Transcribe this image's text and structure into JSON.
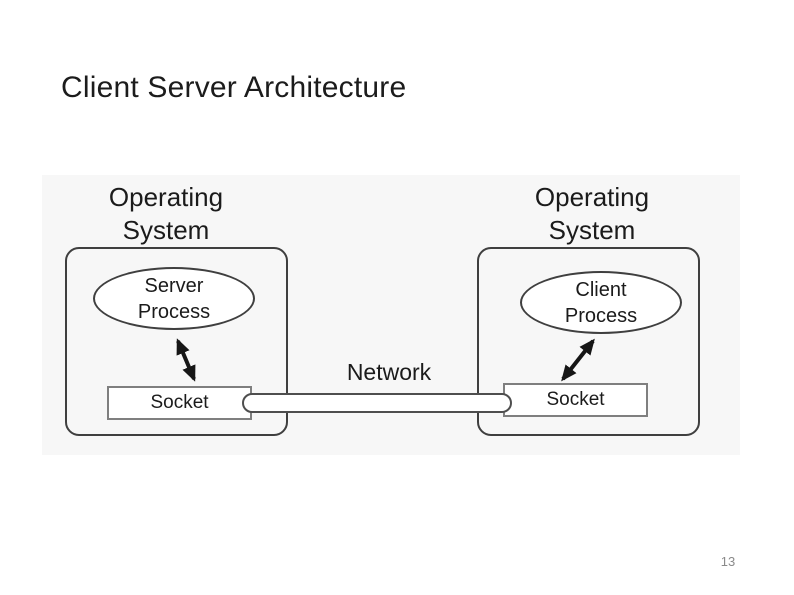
{
  "slide": {
    "title": "Client Server Architecture",
    "page_number": "13"
  },
  "diagram": {
    "network_label": "Network",
    "left_system": {
      "os_label": "Operating\nSystem",
      "process_label": "Server\nProcess",
      "socket_label": "Socket"
    },
    "right_system": {
      "os_label": "Operating\nSystem",
      "process_label": "Client\nProcess",
      "socket_label": "Socket"
    },
    "colors": {
      "panel_bg": "#f7f7f7",
      "line": "#3f3f3f",
      "line_strong": "#161616",
      "socket_border": "#7f7f7f",
      "pipe_border": "#4e4e4e",
      "text": "#1b1b1b",
      "title_text": "#1c1c1c",
      "page_number": "#8a8a8a"
    }
  }
}
